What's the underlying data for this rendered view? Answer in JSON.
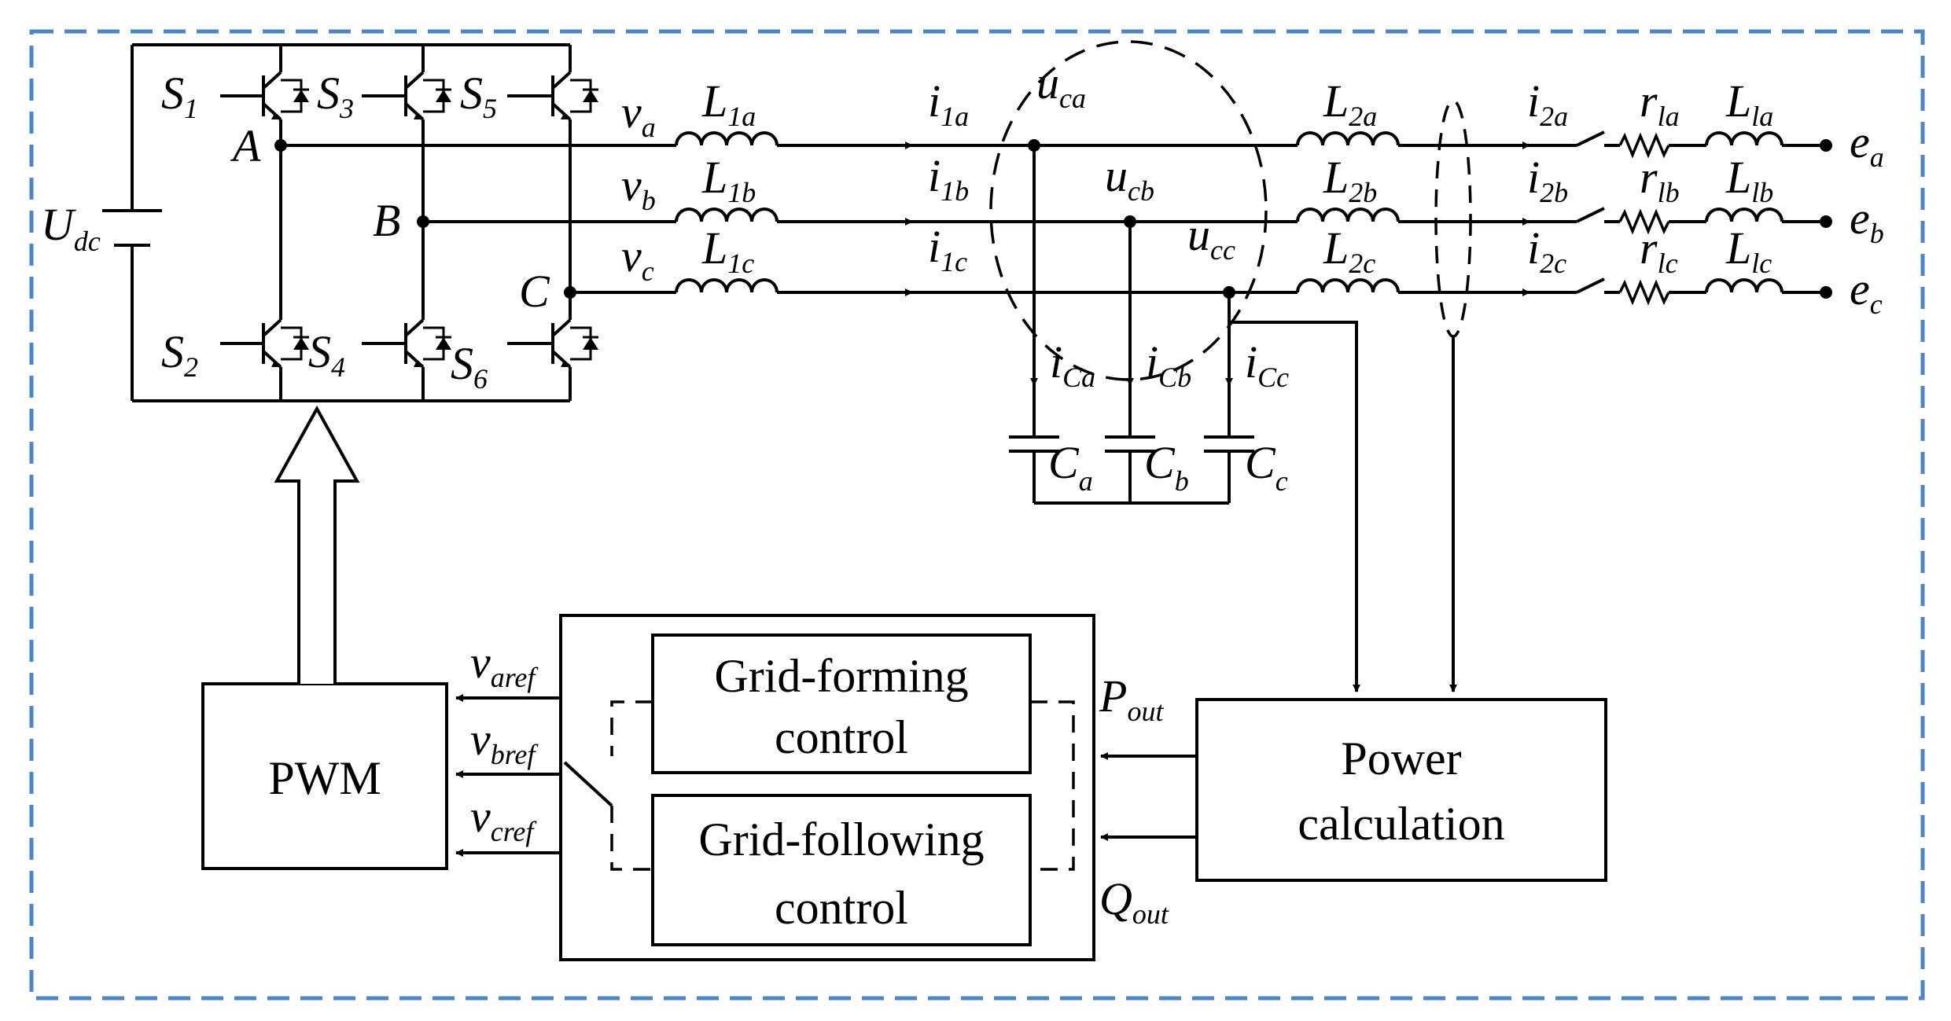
{
  "labels": {
    "S1": {
      "main": "S",
      "sub": "1"
    },
    "S2": {
      "main": "S",
      "sub": "2"
    },
    "S3": {
      "main": "S",
      "sub": "3"
    },
    "S4": {
      "main": "S",
      "sub": "4"
    },
    "S5": {
      "main": "S",
      "sub": "5"
    },
    "S6": {
      "main": "S",
      "sub": "6"
    },
    "A": "A",
    "B": "B",
    "C": "C",
    "Udc": {
      "main": "U",
      "sub": "dc"
    },
    "va": {
      "main": "v",
      "sub": "a"
    },
    "vb": {
      "main": "v",
      "sub": "b"
    },
    "vc": {
      "main": "v",
      "sub": "c"
    },
    "L1a": {
      "main": "L",
      "sub": "1a"
    },
    "L1b": {
      "main": "L",
      "sub": "1b"
    },
    "L1c": {
      "main": "L",
      "sub": "1c"
    },
    "i1a": {
      "main": "i",
      "sub": "1a"
    },
    "i1b": {
      "main": "i",
      "sub": "1b"
    },
    "i1c": {
      "main": "i",
      "sub": "1c"
    },
    "uca": {
      "main": "u",
      "sub": "ca"
    },
    "ucb": {
      "main": "u",
      "sub": "cb"
    },
    "ucc": {
      "main": "u",
      "sub": "cc"
    },
    "L2a": {
      "main": "L",
      "sub": "2a"
    },
    "L2b": {
      "main": "L",
      "sub": "2b"
    },
    "L2c": {
      "main": "L",
      "sub": "2c"
    },
    "i2a": {
      "main": "i",
      "sub": "2a"
    },
    "i2b": {
      "main": "i",
      "sub": "2b"
    },
    "i2c": {
      "main": "i",
      "sub": "2c"
    },
    "rla": {
      "main": "r",
      "sub": "la"
    },
    "rlb": {
      "main": "r",
      "sub": "lb"
    },
    "rlc": {
      "main": "r",
      "sub": "lc"
    },
    "Lla": {
      "main": "L",
      "sub": "la"
    },
    "Llb": {
      "main": "L",
      "sub": "lb"
    },
    "Llc": {
      "main": "L",
      "sub": "lc"
    },
    "ea": {
      "main": "e",
      "sub": "a"
    },
    "eb": {
      "main": "e",
      "sub": "b"
    },
    "ec": {
      "main": "e",
      "sub": "c"
    },
    "iCa": {
      "main": "i",
      "sub": "Ca"
    },
    "iCb": {
      "main": "i",
      "sub": "Cb"
    },
    "iCc": {
      "main": "i",
      "sub": "Cc"
    },
    "Ca": {
      "main": "C",
      "sub": "a"
    },
    "Cb": {
      "main": "C",
      "sub": "b"
    },
    "Cc": {
      "main": "C",
      "sub": "c"
    },
    "varef": {
      "main": "v",
      "sub": "aref"
    },
    "vbref": {
      "main": "v",
      "sub": "bref"
    },
    "vcref": {
      "main": "v",
      "sub": "cref"
    },
    "Pout": {
      "main": "P",
      "sub": "out"
    },
    "Qout": {
      "main": "Q",
      "sub": "out"
    }
  },
  "blocks": {
    "pwm": "PWM",
    "grid_forming": [
      "Grid-forming",
      "control"
    ],
    "grid_following": [
      "Grid-following",
      "control"
    ],
    "power_calc": [
      "Power",
      "calculation"
    ]
  },
  "colors": {
    "frame": "#4a86c8",
    "ink": "#000000"
  }
}
